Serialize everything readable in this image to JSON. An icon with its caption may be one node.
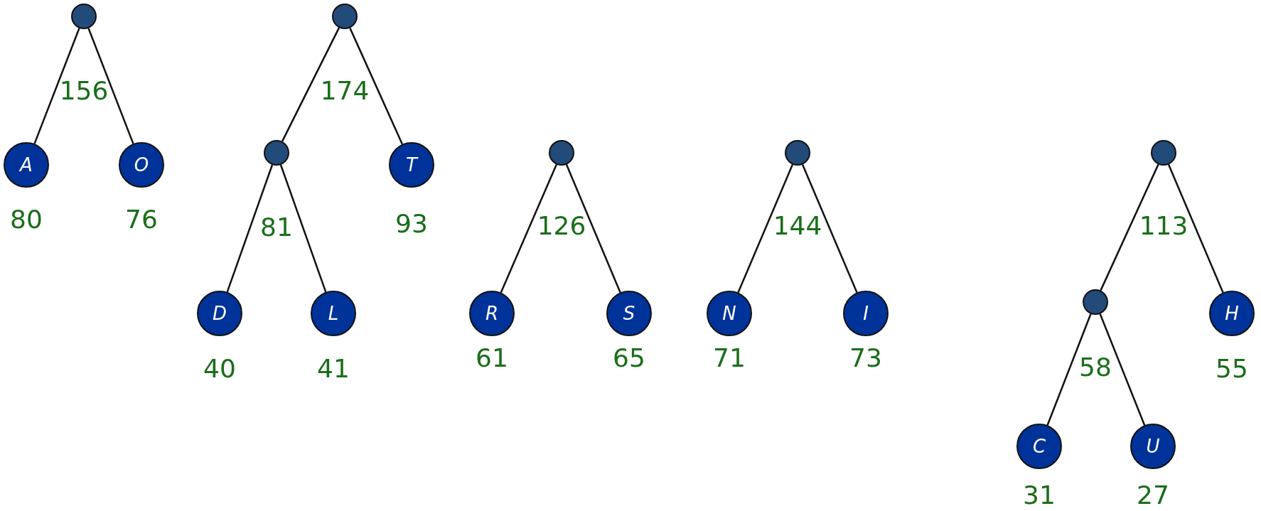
{
  "diagram": {
    "nodes": [
      {
        "text": [],
        "shape": "circle",
        "beside": [
          "156"
        ]
      },
      {
        "text": [
          "A"
        ],
        "beside": [
          "80"
        ]
      },
      {
        "text": [
          "O"
        ],
        "beside": [
          "76"
        ]
      },
      {
        "text": [],
        "shape": "circle",
        "beside": [
          "174"
        ]
      },
      {
        "text": [],
        "shape": "circle",
        "beside": [
          "81"
        ]
      },
      {
        "text": [
          "T"
        ],
        "beside": [
          "93"
        ]
      },
      {
        "text": [
          "D"
        ],
        "beside": [
          "40"
        ]
      },
      {
        "text": [
          "L"
        ],
        "beside": [
          "41"
        ]
      },
      {
        "text": [],
        "shape": "circle",
        "beside": [
          "126"
        ]
      },
      {
        "text": [
          "R"
        ],
        "beside": [
          "61"
        ]
      },
      {
        "text": [
          "S"
        ],
        "beside": [
          "65"
        ]
      },
      {
        "text": [],
        "shape": "circle",
        "beside": [
          "144"
        ]
      },
      {
        "text": [
          "N"
        ],
        "beside": [
          "71"
        ]
      },
      {
        "text": [
          "I"
        ],
        "beside": [
          "73"
        ]
      },
      {
        "text": [],
        "shape": "circle",
        "beside": [
          "113"
        ]
      },
      {
        "text": [],
        "shape": "circle",
        "beside": [
          "58"
        ]
      },
      {
        "text": [
          "H"
        ],
        "beside": [
          "55"
        ]
      },
      {
        "text": [
          "C"
        ],
        "beside": [
          "31"
        ]
      },
      {
        "text": [
          "U"
        ],
        "beside": [
          "27"
        ]
      }
    ],
    "edges": [
      {
        "from": 0,
        "to": 1,
        "arrow": "none"
      },
      {
        "from": 0,
        "to": 2,
        "arrow": "none"
      },
      {
        "from": 3,
        "to": 4,
        "arrow": "none"
      },
      {
        "from": 3,
        "to": 5,
        "arrow": "none"
      },
      {
        "from": 4,
        "to": 6,
        "arrow": "none"
      },
      {
        "from": 4,
        "to": 7,
        "arrow": "none"
      },
      {
        "from": 8,
        "to": 9,
        "arrow": "none"
      },
      {
        "from": 8,
        "to": 10,
        "arrow": "none"
      },
      {
        "from": 11,
        "to": 12,
        "arrow": "none"
      },
      {
        "from": 11,
        "to": 13,
        "arrow": "none"
      },
      {
        "from": 14,
        "to": 15,
        "arrow": "none"
      },
      {
        "from": 14,
        "to": 16,
        "arrow": "none"
      },
      {
        "from": 15,
        "to": 17,
        "arrow": "none"
      },
      {
        "from": 15,
        "to": 18,
        "arrow": "none"
      }
    ]
  }
}
